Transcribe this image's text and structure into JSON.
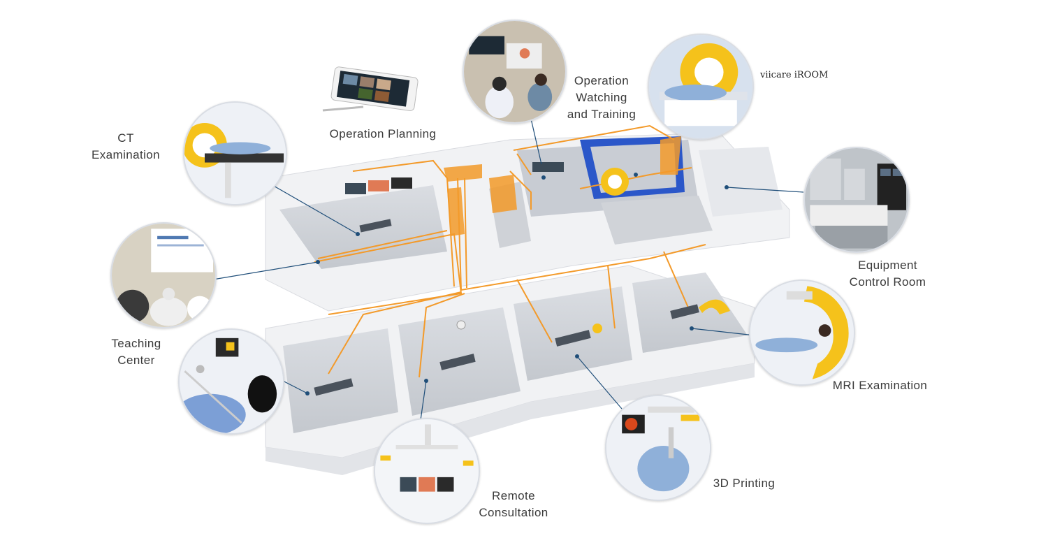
{
  "brand": "viicare iROOM",
  "labels": {
    "ct": [
      "CT",
      "Examination"
    ],
    "planning": [
      "Operation Planning"
    ],
    "watching": [
      "Operation",
      "Watching",
      "and Training"
    ],
    "equipment": [
      "Equipment",
      "Control Room"
    ],
    "teaching": [
      "Teaching",
      "Center"
    ],
    "mri": [
      "MRI Examination"
    ],
    "remote": [
      "Remote",
      "Consultation"
    ],
    "printing": [
      "3D Printing"
    ]
  },
  "colors": {
    "cabling": "#f39a2a",
    "leader_line": "#1f4e79",
    "floor": "#c9ccd1",
    "wall": "#f4f5f7",
    "blue_room": "#2b57c9",
    "mri_yellow": "#f5c21b"
  },
  "icons": [
    "tablet-icon",
    "ct-scanner-icon",
    "mri-scanner-icon",
    "operating-table-icon",
    "surgical-lamp-icon",
    "monitor-icon"
  ]
}
